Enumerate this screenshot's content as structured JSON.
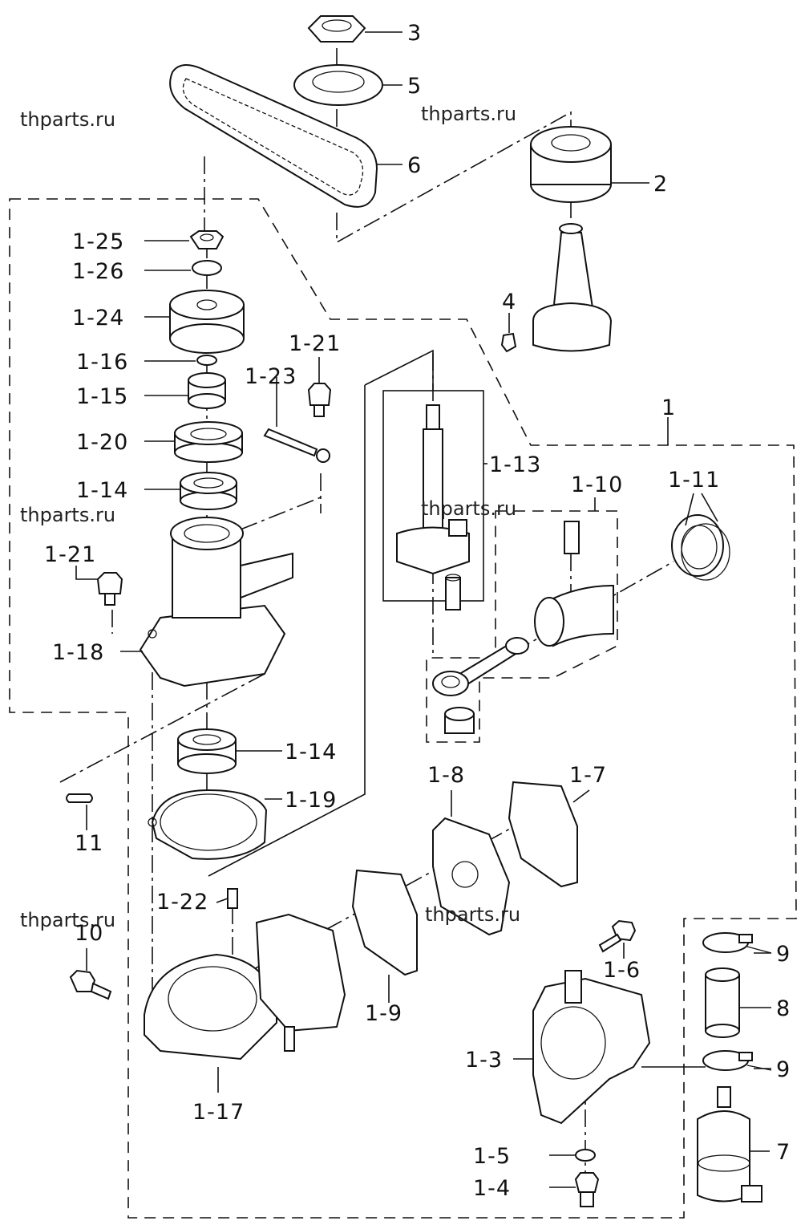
{
  "watermarks": [
    "thparts.ru",
    "thparts.ru",
    "thparts.ru",
    "thparts.ru",
    "thparts.ru",
    "thparts.ru"
  ],
  "labels": {
    "p3": "3",
    "p5": "5",
    "p6": "6",
    "p2": "2",
    "p4": "4",
    "p1": "1",
    "p1_25": "1-25",
    "p1_26": "1-26",
    "p1_24": "1-24",
    "p1_16": "1-16",
    "p1_15": "1-15",
    "p1_20": "1-20",
    "p1_14a": "1-14",
    "p1_21a": "1-21",
    "p1_23": "1-23",
    "p1_21b": "1-21",
    "p1_18": "1-18",
    "p1_13": "1-13",
    "p1_10": "1-10",
    "p1_11": "1-11",
    "p1_14b": "1-14",
    "p1_19": "1-19",
    "p11": "11",
    "p1_8": "1-8",
    "p1_7": "1-7",
    "p1_22": "1-22",
    "p10": "10",
    "p1_9": "1-9",
    "p1_6": "1-6",
    "p9a": "9",
    "p8": "8",
    "p9b": "9",
    "p1_3": "1-3",
    "p1_17": "1-17",
    "p1_5": "1-5",
    "p1_4": "1-4",
    "p7": "7"
  }
}
